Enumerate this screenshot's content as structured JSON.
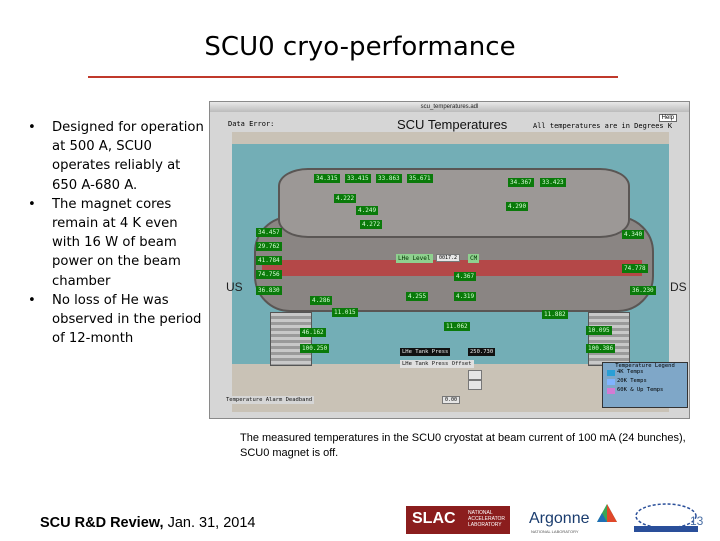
{
  "slide": {
    "title": "SCU0 cryo-performance",
    "accent_color": "#c0392b",
    "bullets": [
      "Designed for operation at 500 A, SCU0 operates reliably at 650 A-680 A.",
      "The magnet cores remain at 4 K even with 16 W of beam power on the beam chamber",
      "No loss of He was observed in the period of 12-month"
    ],
    "bullet_symbol": "•",
    "caption": "The measured temperatures in the SCU0 cryostat at beam current of 100 mA (24 bunches), SCU0 magnet is off.",
    "footer_bold": "SCU R&D Review,",
    "footer_rest": " Jan. 31, 2014",
    "page_number": "13"
  },
  "screenshot": {
    "window_title": "scu_temperatures.adl",
    "data_error_label": "Data Error:",
    "main_title": "SCU Temperatures",
    "units_note": "All temperatures are in Degrees K",
    "help_label": "Help",
    "us_label": "US",
    "ds_label": "DS",
    "lhe_level_label": "LHe Level",
    "lhe_level_value": "0017.2",
    "lhe_level_unit": "CM",
    "lhe_tank_press_label": "LHe Tank Press",
    "lhe_tank_press_value": "250.730",
    "tank_press_offset_label": "LHe Tank Press Offset",
    "temp_alarm_label": "Temperature Alarm Deadband",
    "temp_alarm_value": "0.00",
    "readouts_left": [
      "34.457",
      "29.762",
      "41.784",
      "74.756",
      "36.830",
      "46.162",
      "100.250"
    ],
    "readouts_top_left": [
      "34.315",
      "33.415",
      "33.863",
      "35.671"
    ],
    "readouts_top_right": [
      "34.367",
      "33.423"
    ],
    "readouts_mid": [
      "4.222",
      "4.249",
      "4.272",
      "4.367",
      "4.255",
      "4.319",
      "4.286",
      "11.015",
      "11.062",
      "4.290"
    ],
    "readouts_right": [
      "4.340",
      "74.778",
      "36.230",
      "11.882",
      "10.095",
      "100.386"
    ],
    "legend": {
      "title": "Temperature Legend",
      "items": [
        {
          "label": "4K Temps",
          "color": "#2a9fd6"
        },
        {
          "label": "20K Temps",
          "color": "#7fb3ff"
        },
        {
          "label": "60K & Up Temps",
          "color": "#d37bd3"
        }
      ]
    },
    "readout_color": "#0a7a0a"
  },
  "logos": {
    "slac_word": "SLAC",
    "slac_sub": "NATIONAL ACCELERATOR LABORATORY",
    "argonne_word": "Argonne",
    "argonne_sub": "NATIONAL LABORATORY"
  }
}
